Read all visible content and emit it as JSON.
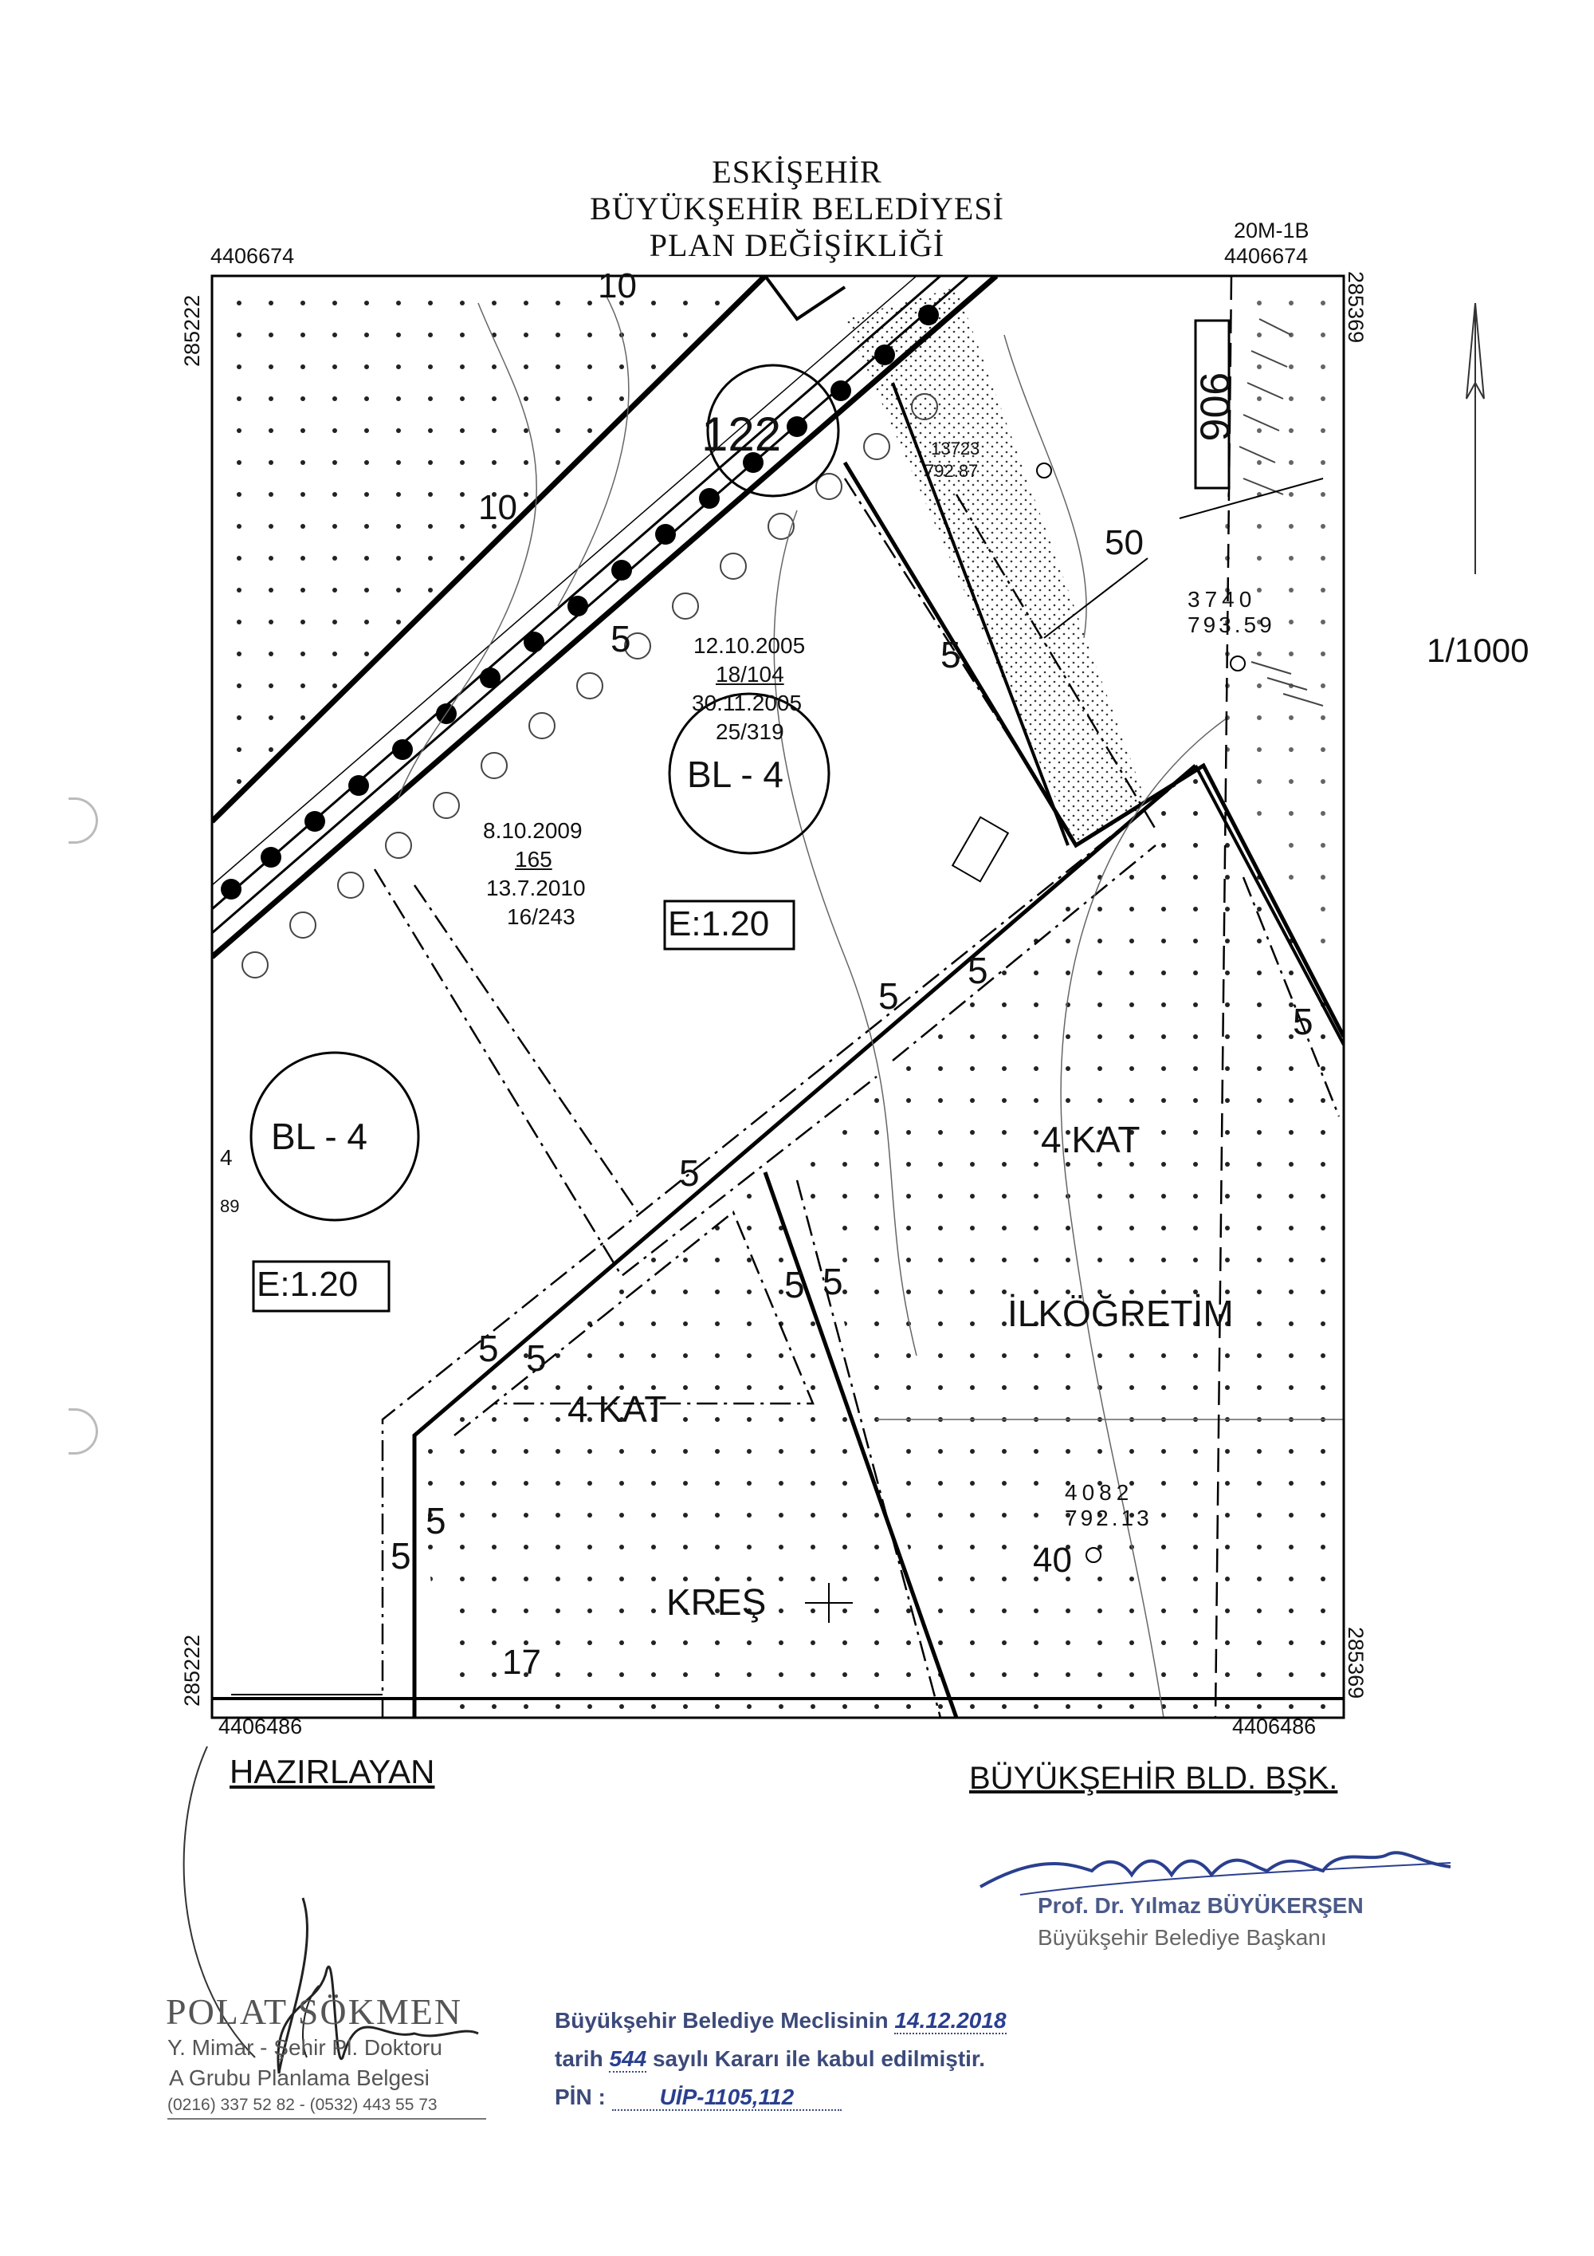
{
  "header": {
    "line1": "ESKİŞEHİR",
    "line2": "BÜYÜKŞEHİR BELEDİYESİ",
    "line3": "PLAN DEĞİŞİKLİĞİ"
  },
  "sheet": {
    "id": "20M-1B",
    "scale": "1/1000"
  },
  "coords": {
    "top_left": "4406674",
    "top_right": "4406674",
    "bottom_left": "4406486",
    "bottom_right": "4406486",
    "left_top": "285222",
    "left_bottom": "285222",
    "right_top": "285369",
    "right_bottom": "285369"
  },
  "map": {
    "zone_a": "BL - 4",
    "zone_b": "BL - 4",
    "density_a": "E:1.20",
    "density_b": "E:1.20",
    "parcel_122": "122",
    "parcel_906": "906",
    "dates_a": [
      "12.10.2005",
      "18/104",
      "30.11.2005",
      "25/319"
    ],
    "dates_b": [
      "8.10.2009",
      "165",
      "13.7.2010",
      "16/243"
    ],
    "road_widths": [
      "10",
      "10",
      "50",
      "40",
      "17"
    ],
    "setbacks": [
      "5",
      "5",
      "5",
      "5",
      "5",
      "5",
      "5",
      "5",
      "5",
      "5",
      "5",
      "5"
    ],
    "elev_1": [
      "3740",
      "793.59"
    ],
    "elev_2": [
      "4082",
      "792.13"
    ],
    "elev_3": [
      "13723",
      "792.87"
    ],
    "partial_a": "4",
    "partial_b": "89",
    "kat_a": "4.KAT",
    "kat_b": "4 KAT",
    "use_a": "İLKÖĞRETİM",
    "use_b": "KREŞ"
  },
  "footer": {
    "left_heading": "HAZIRLAYAN",
    "right_heading": "BÜYÜKŞEHİR BLD. BŞK.",
    "preparer_name": "POLAT SÖKMEN",
    "preparer_title": "Y. Mimar - Şehir Pl. Doktoru",
    "preparer_cert": "A Grubu Planlama Belgesi",
    "preparer_phone": "(0216) 337 52 82 - (0532) 443 55 73",
    "mayor_name": "Prof. Dr. Yılmaz BÜYÜKERŞEN",
    "mayor_title": "Büyükşehir Belediye Başkanı",
    "council_prefix": "Büyükşehir Belediye Meclisinin",
    "council_date": "14.12.2018",
    "decision_prefix": "tarih",
    "decision_no": "544",
    "decision_suffix": "sayılı Kararı ile kabul edilmiştir.",
    "pin_label": "PİN :",
    "pin_value": "UİP-1105,112"
  }
}
